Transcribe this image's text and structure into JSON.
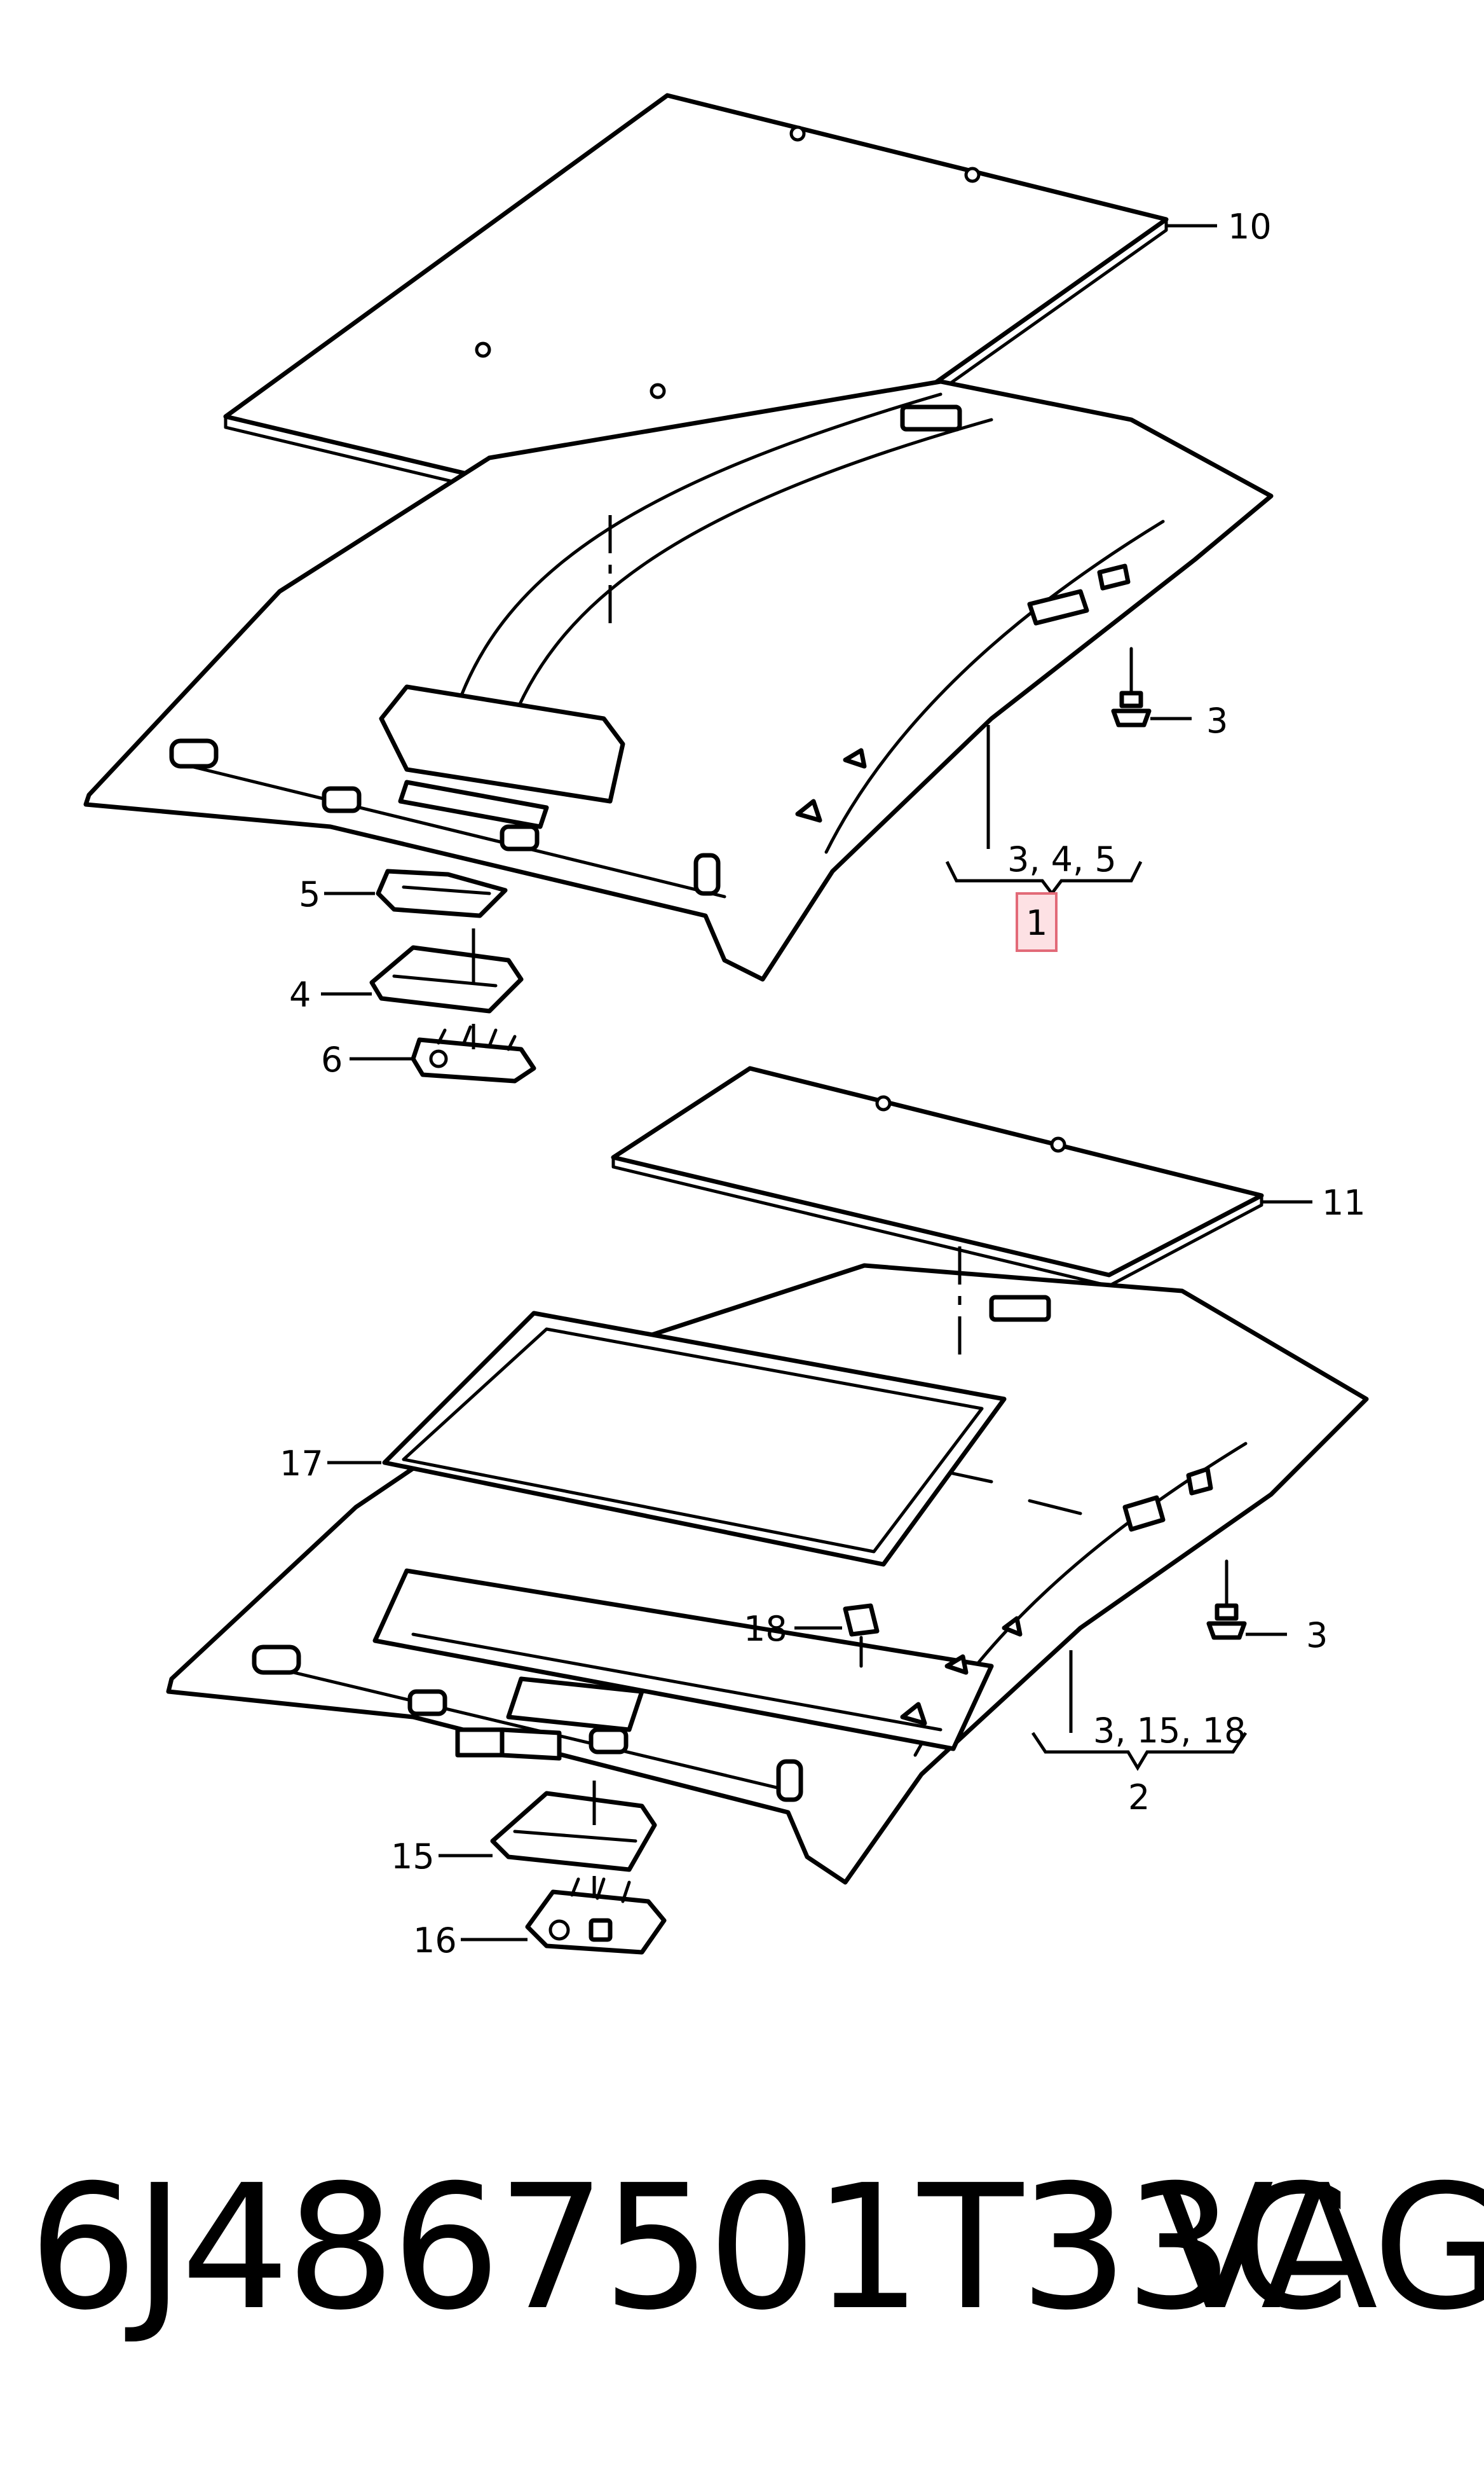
{
  "callouts": {
    "c10": "10",
    "c3_top": "3",
    "c345": "3, 4, 5",
    "c1": "1",
    "c5": "5",
    "c4": "4",
    "c6": "6",
    "c11": "11",
    "c17": "17",
    "c18": "18",
    "c3_bottom": "3",
    "c31518": "3, 15, 18",
    "c2": "2",
    "c15": "15",
    "c16": "16"
  },
  "footer": {
    "part_number": "6J4867501T33C",
    "brand": "VAG"
  },
  "colors": {
    "line": "#000000",
    "highlight_fill": "#fde1e4",
    "highlight_stroke": "#e26a78"
  }
}
